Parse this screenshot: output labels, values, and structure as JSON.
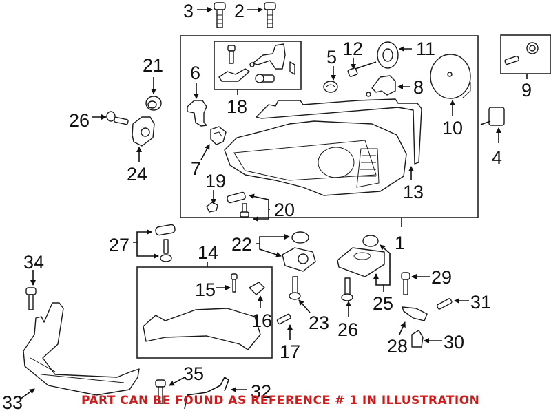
{
  "diagram": {
    "title": "Headlight assembly exploded parts diagram",
    "callouts": [
      {
        "ref": "1",
        "text": "1"
      },
      {
        "ref": "2",
        "text": "2"
      },
      {
        "ref": "3",
        "text": "3"
      },
      {
        "ref": "4",
        "text": "4"
      },
      {
        "ref": "5",
        "text": "5"
      },
      {
        "ref": "6",
        "text": "6"
      },
      {
        "ref": "7",
        "text": "7"
      },
      {
        "ref": "8",
        "text": "8"
      },
      {
        "ref": "9",
        "text": "9"
      },
      {
        "ref": "10",
        "text": "10"
      },
      {
        "ref": "11",
        "text": "11"
      },
      {
        "ref": "12",
        "text": "12"
      },
      {
        "ref": "13",
        "text": "13"
      },
      {
        "ref": "14",
        "text": "14"
      },
      {
        "ref": "15",
        "text": "15"
      },
      {
        "ref": "16",
        "text": "16"
      },
      {
        "ref": "17",
        "text": "17"
      },
      {
        "ref": "18",
        "text": "18"
      },
      {
        "ref": "19",
        "text": "19"
      },
      {
        "ref": "20",
        "text": "20"
      },
      {
        "ref": "21",
        "text": "21"
      },
      {
        "ref": "22",
        "text": "22"
      },
      {
        "ref": "23",
        "text": "23"
      },
      {
        "ref": "24",
        "text": "24"
      },
      {
        "ref": "25",
        "text": "25"
      },
      {
        "ref": "26a",
        "text": "26"
      },
      {
        "ref": "26b",
        "text": "26"
      },
      {
        "ref": "27",
        "text": "27"
      },
      {
        "ref": "28",
        "text": "28"
      },
      {
        "ref": "29",
        "text": "29"
      },
      {
        "ref": "30",
        "text": "30"
      },
      {
        "ref": "31",
        "text": "31"
      },
      {
        "ref": "32",
        "text": "32"
      },
      {
        "ref": "33",
        "text": "33"
      },
      {
        "ref": "34",
        "text": "34"
      },
      {
        "ref": "35",
        "text": "35"
      }
    ],
    "footer_note": "PART CAN BE FOUND AS REFERENCE # 1 IN ILLUSTRATION",
    "colors": {
      "line": "#1a1a1a",
      "footer": "#d21a1a",
      "background": "#ffffff"
    }
  }
}
